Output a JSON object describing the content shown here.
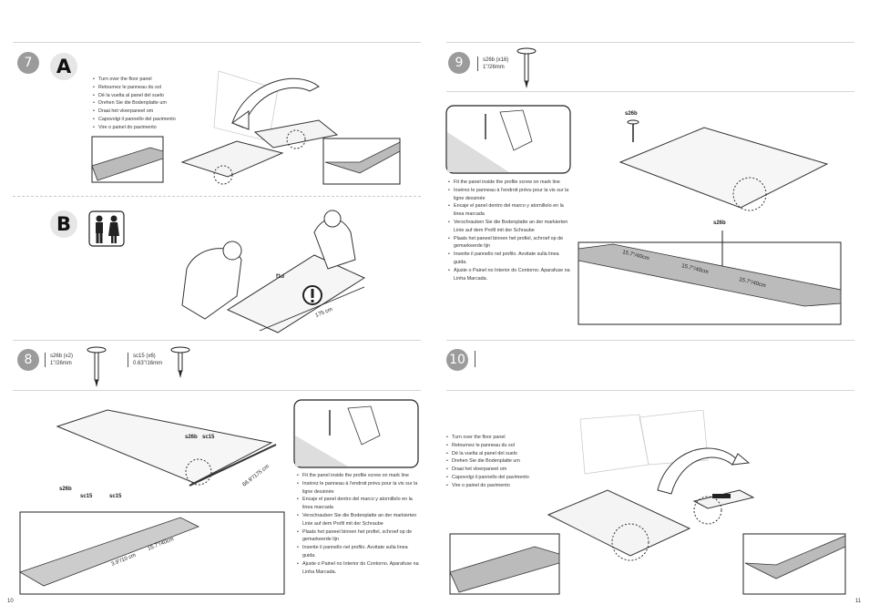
{
  "pages": {
    "left": "10",
    "right": "11"
  },
  "steps": {
    "s7": {
      "number": "7",
      "sub_a": "A",
      "sub_b": "B"
    },
    "s8": {
      "number": "8"
    },
    "s9": {
      "number": "9"
    },
    "s10": {
      "number": "10"
    }
  },
  "turn_over": [
    "Turn over the floor panel",
    "Retournez le panneau du sol",
    "Dé la vuelta al panel del suelo",
    "Drehen Sie die Bodenplatte um",
    "Draai het vloerpaneel om",
    "Capovolgi il pannello del pavimento",
    "Vire o painel do pavimento"
  ],
  "fit_panel": [
    "Fit the panel inside the profile screw on mark line",
    "Insérez le panneau à l'endroit prévu pour la vis sur la ligne dessinée",
    "Encaje el panel dentro del marco y atornillelo en la linea marcada",
    "Verschrauben Sie die Bodenplatte an der markierten Linie auf dem Profil mit der Schraube",
    "Plaats het paneel binnen het profiel, schroef op de gemarkeerde lijn",
    "Inserite il pannello nel profilo. Avvitate sulla linea guida.",
    "Ajuste o Painel no Interior do Contorno. Aparafuse na Linha Marcada."
  ],
  "specs": {
    "s8_a": {
      "code": "s26b (x2)",
      "size": "1\"/26mm"
    },
    "s8_b": {
      "code": "sc15 (x6)",
      "size": "0.63\"/16mm"
    },
    "s9": {
      "code": "s26b (x16)",
      "size": "1\"/26mm"
    }
  },
  "labels": {
    "f1d": "f1d",
    "dim_175": "175 cm",
    "s26b": "s26b",
    "sc15": "sc15",
    "dim_689": "68.9\"/175 cm",
    "dim_39": "3.9\"/10 cm",
    "dim_157": "15.7\"/40cm"
  },
  "icons": [
    "two-person-icon",
    "warning-icon",
    "screw-icon",
    "drill-icon"
  ]
}
